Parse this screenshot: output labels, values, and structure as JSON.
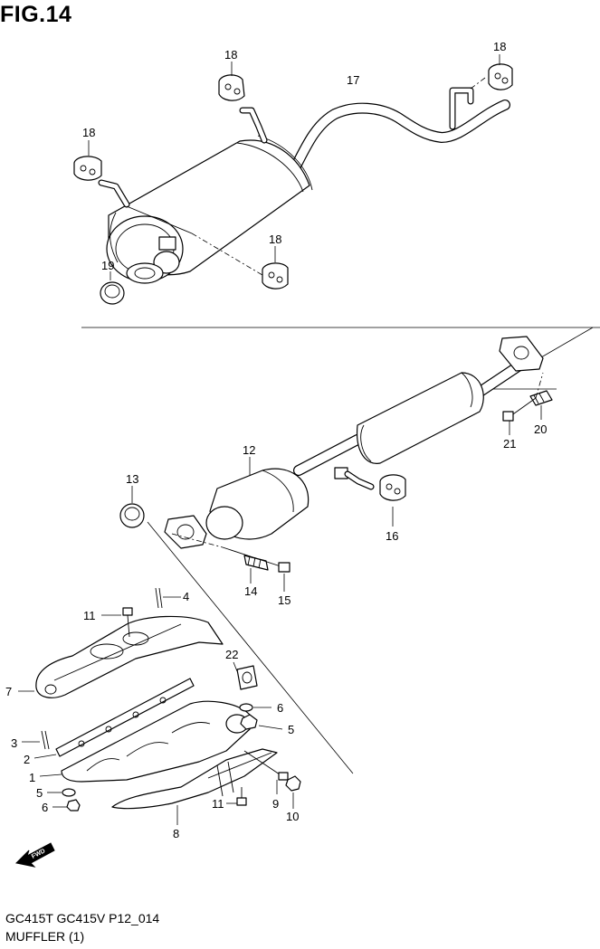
{
  "figure": {
    "title": "FIG.14",
    "code": "GC415T GC415V P12_014",
    "name": "MUFFLER (1)",
    "fwd_label": "FWD"
  },
  "callouts": [
    "1",
    "2",
    "3",
    "4",
    "5",
    "5",
    "6",
    "6",
    "7",
    "8",
    "9",
    "10",
    "11",
    "11",
    "12",
    "13",
    "14",
    "15",
    "16",
    "17",
    "18",
    "18",
    "18",
    "18",
    "19",
    "20",
    "21",
    "22"
  ]
}
